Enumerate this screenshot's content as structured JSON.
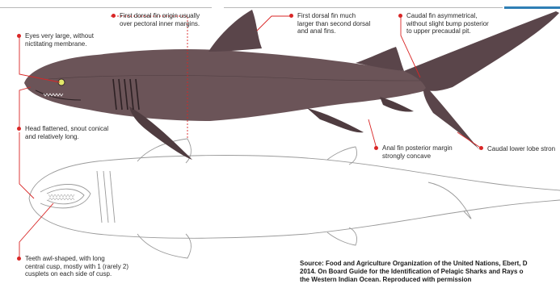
{
  "annotations": {
    "eyes": "Eyes very large, without\nnictitating membrane.",
    "first_dorsal_origin": "First dorsal fin origin usually\nover pectoral inner margins.",
    "first_dorsal_size": "First dorsal fin much\nlarger than second dorsal\nand anal fins.",
    "caudal_asym": "Caudal fin asymmetrical,\nwithout slight bump posterior\nto upper precaudal pit.",
    "head": "Head flattened, snout conical\nand relatively long.",
    "anal_fin": "Anal fin posterior margin\nstrongly concave",
    "caudal_lower": "Caudal lower lobe stron",
    "teeth": "Teeth awl-shaped, with long\ncentral cusp, mostly with 1 (rarely 2)\ncusplets on each side of cusp."
  },
  "source": "Source: Food and Agriculture Organization of the United Nations, Ebert, D\n2014. On Board Guide for the Identification of Pelagic Sharks and Rays o\nthe Western Indian Ocean. Reproduced with permission",
  "colors": {
    "shark_body": "#6b5458",
    "shark_dark": "#4f3c40",
    "leader": "#d92626",
    "accent": "#2f7fb5"
  }
}
